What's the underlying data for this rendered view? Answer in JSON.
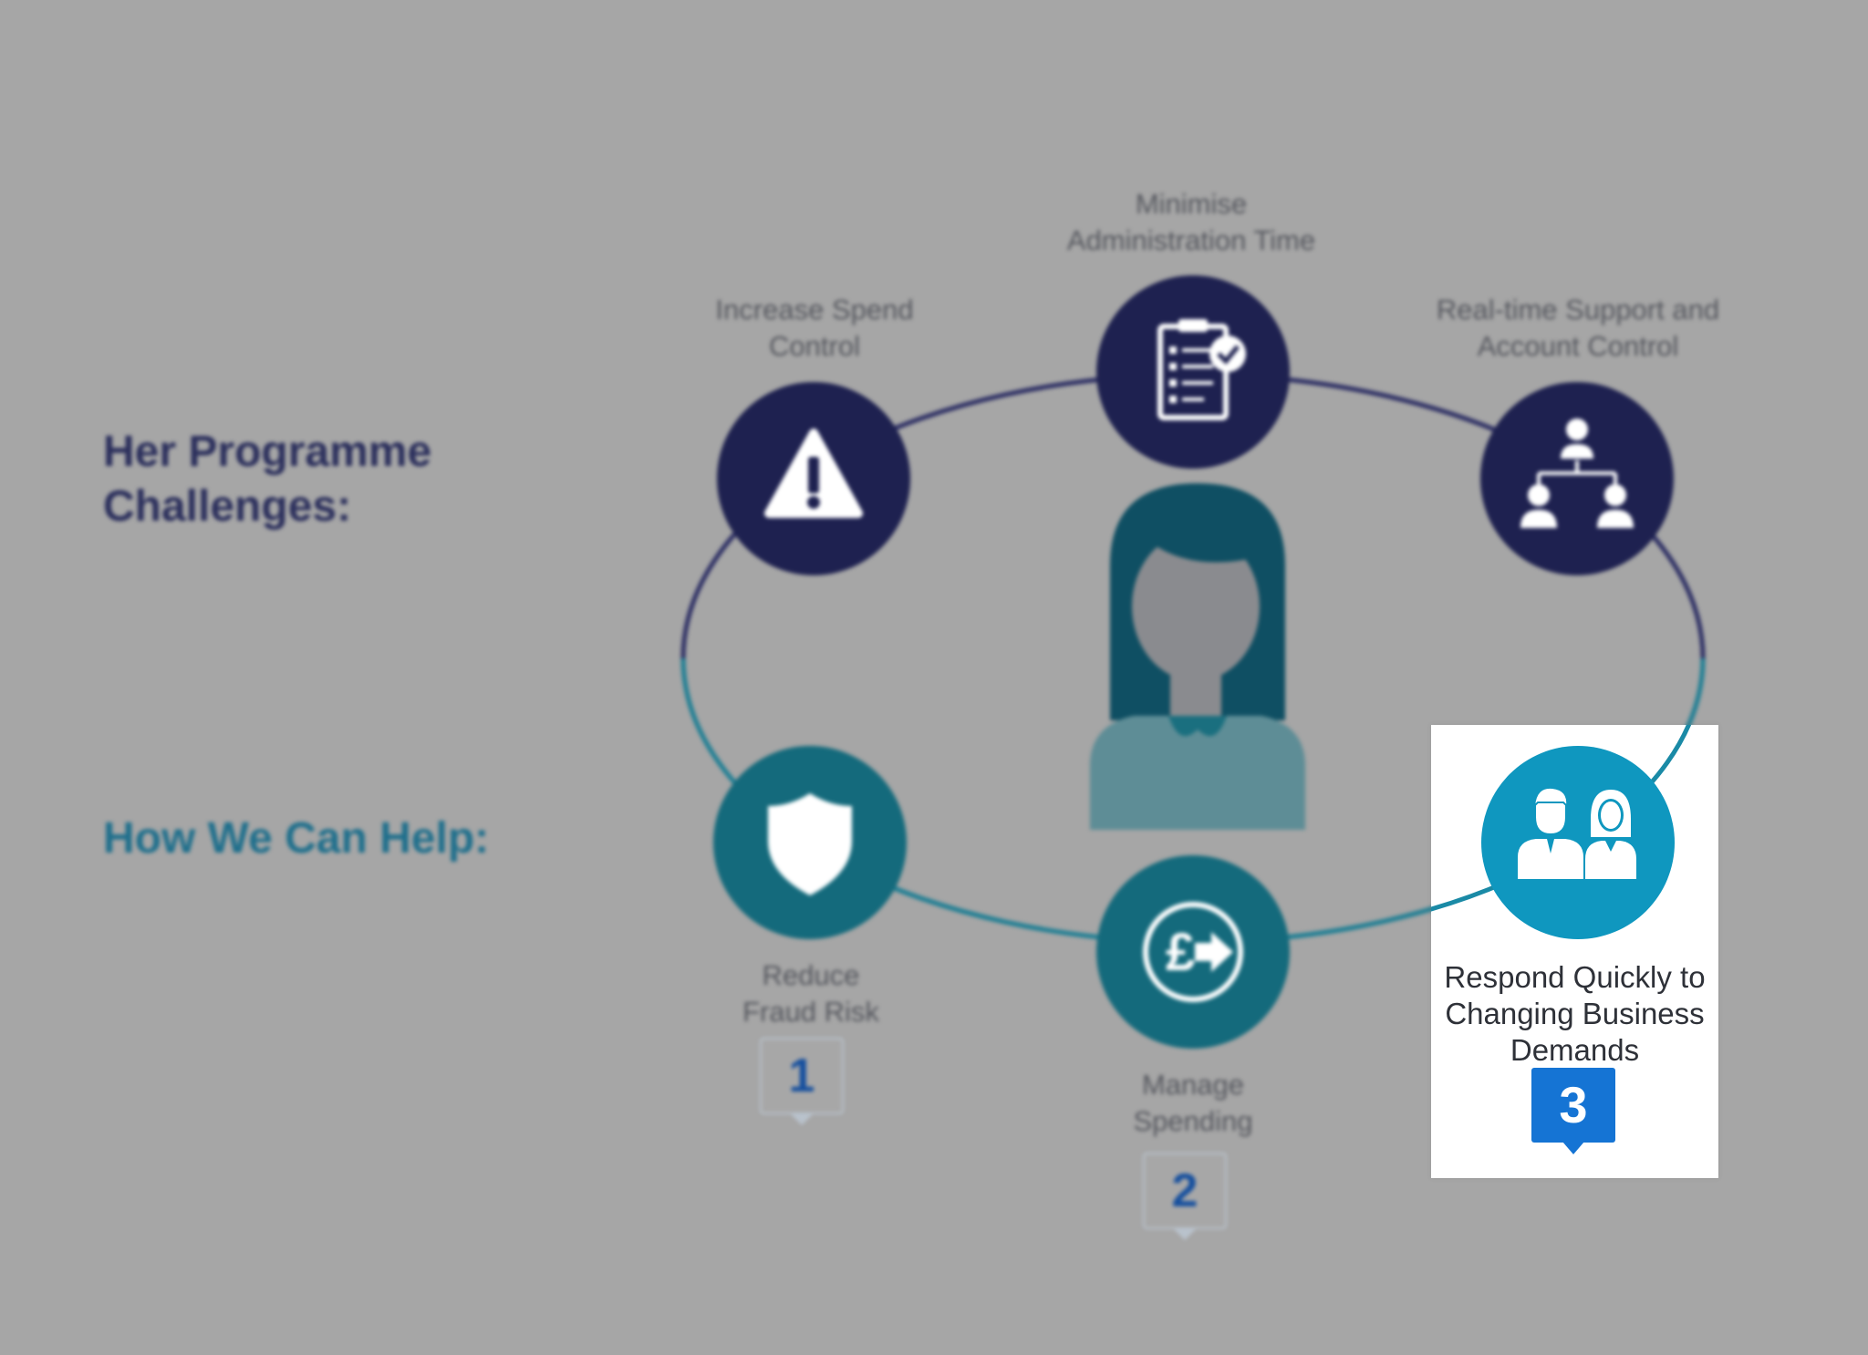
{
  "headings": {
    "challenges": "Her Programme\nChallenges:",
    "help": "How We Can Help:"
  },
  "challenges": [
    {
      "label": "Increase Spend\nControl",
      "icon": "warning-icon"
    },
    {
      "label": "Minimise\nAdministration Time",
      "icon": "checklist-icon"
    },
    {
      "label": "Real-time Support and\nAccount Control",
      "icon": "org-chart-icon"
    }
  ],
  "solutions": [
    {
      "label": "Reduce\nFraud Risk",
      "icon": "shield-icon",
      "number": "1"
    },
    {
      "label": "Manage\nSpending",
      "icon": "pound-transfer-icon",
      "number": "2"
    },
    {
      "label": "Respond Quickly to\nChanging Business\nDemands",
      "icon": "team-icon",
      "number": "3",
      "highlighted": true
    }
  ],
  "center": {
    "icon": "woman-avatar-icon"
  },
  "colors": {
    "background": "#a6a6a6",
    "challenge_node": "#1e2150",
    "solution_node": "#146a7c",
    "highlight_node": "#0f97bf",
    "highlight_marker": "#1574d4",
    "challenges_heading": "#2b2f5c",
    "help_heading": "#1f6f8c"
  }
}
